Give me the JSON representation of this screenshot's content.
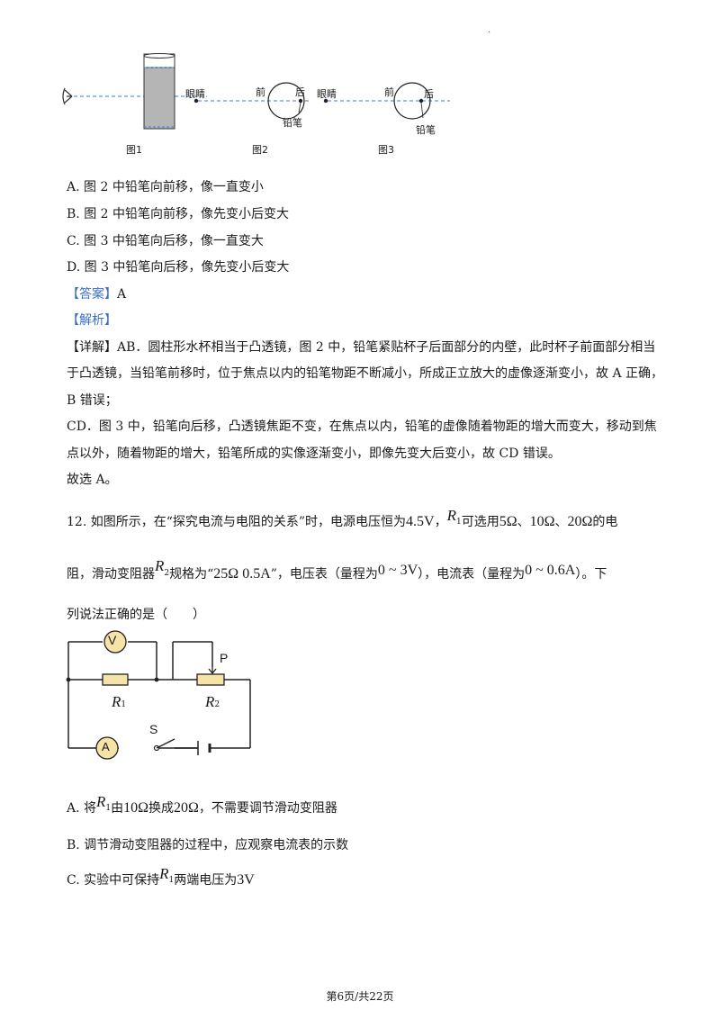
{
  "page_marker": ".",
  "figures": {
    "fig1_label": "图1",
    "fig2_label": "图2",
    "fig3_label": "图3",
    "eye_label_2": "眼睛",
    "front_label_2": "前",
    "back_label_2": "后",
    "pencil_label_2": "铅笔",
    "eye_label_3": "眼睛",
    "front_label_3": "前",
    "back_label_3": "后",
    "pencil_label_3": "铅笔"
  },
  "q11": {
    "options": [
      "A. 图 2 中铅笔向前移，像一直变小",
      "B. 图 2 中铅笔向前移，像先变小后变大",
      "C. 图 3 中铅笔向后移，像一直变大",
      "D. 图 3 中铅笔向后移，像先变小后变大"
    ],
    "answer_tag": "【答案】",
    "answer_value": "A",
    "analysis_tag": "【解析】",
    "detail_tag": "【详解】",
    "detail_lines": [
      "AB．圆柱形水杯相当于凸透镜，图 2 中，铅笔紧贴杯子后面部分的内壁，此时杯子前面部分相当",
      "于凸透镜，当铅笔前移时，位于焦点以内的铅笔物距不断减小，所成正立放大的虚像逐渐变小，故 A 正确，",
      "B 错误；",
      "CD．图 3 中，铅笔向后移，凸透镜焦距不变，在焦点以内，铅笔的虚像随着物距的增大而变大，移动到焦",
      "点以外，随着物距的增大，铅笔所成的实像逐渐变小，即像先变大后变小，故 CD 错误。",
      "故选 A。"
    ]
  },
  "q12": {
    "line1_a": "12. 如图所示，在“探究电流与电阻的关系”时，电源电压恒为",
    "voltage": "4.5V",
    "r1_sym": "R",
    "r1_sub": "1",
    "line1_b": "可选用",
    "r_opt1": "5Ω",
    "sep1": "、",
    "r_opt2": "10Ω",
    "sep2": "、",
    "r_opt3": "20Ω",
    "line1_c": "的电",
    "line2_a": "阻，滑动变阻器",
    "r2_sym": "R",
    "r2_sub": "2",
    "line2_b": "规格为“",
    "r2_spec": "25Ω 0.5A",
    "line2_c": "”，电压表（量程为",
    "v_range": "0 ~ 3V",
    "line2_d": "），电流表（量程为",
    "a_range": "0 ~ 0.6A",
    "line2_e": "）。下",
    "line3": "列说法正确的是（　　）",
    "circuit": {
      "voltmeter": "V",
      "ammeter": "A",
      "slider": "P",
      "switch": "S",
      "r1_label": "R",
      "r1_label_sub": "1",
      "r2_label": "R",
      "r2_label_sub": "2"
    },
    "optA_a": "A. 将",
    "optA_sym": "R",
    "optA_sub": "1",
    "optA_b": "由",
    "optA_from": "10Ω",
    "optA_c": "换成",
    "optA_to": "20Ω",
    "optA_d": "，不需要调节滑动变阻器",
    "optB": "B. 调节滑动变阻器的过程中，应观察电流表的示数",
    "optC_a": "C. 实验中可保持",
    "optC_sym": "R",
    "optC_sub": "1",
    "optC_b": "两端电压为",
    "optC_v": "3V"
  },
  "footer": "第6页/共22页"
}
